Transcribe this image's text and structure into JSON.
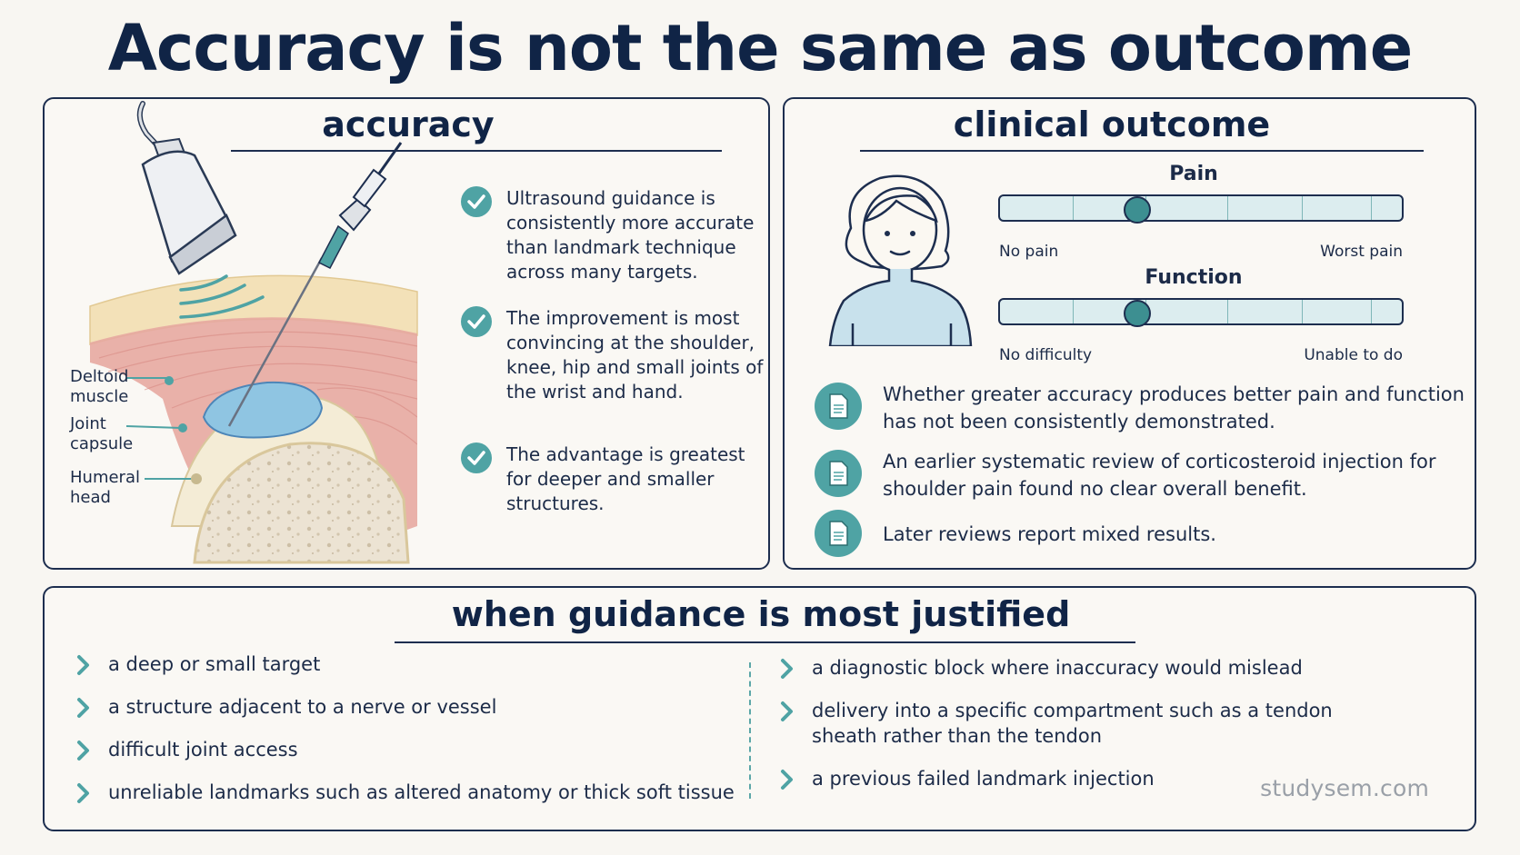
{
  "title": "Accuracy is not the same as outcome",
  "accuracy": {
    "heading": "accuracy",
    "points": [
      "Ultrasound guidance is consistently more accurate than landmark technique across many targets.",
      "The improvement is most convincing at the shoulder, knee, hip and small joints of the wrist and hand.",
      "The advantage is greatest for deeper and smaller structures."
    ],
    "anatomy_labels": {
      "deltoid": "Deltoid muscle",
      "capsule": "Joint capsule",
      "humeral": "Humeral head"
    }
  },
  "outcome": {
    "heading": "clinical outcome",
    "pain": {
      "title": "Pain",
      "low": "No pain",
      "high": "Worst pain",
      "level": 0.34
    },
    "function": {
      "title": "Function",
      "low": "No difficulty",
      "high": "Unable to do",
      "level": 0.34
    },
    "points": [
      "Whether greater accuracy produces better pain and function has not been consistently demonstrated.",
      "An earlier systematic review of corticosteroid injection for shoulder pain found no clear overall benefit.",
      "Later reviews report mixed results."
    ]
  },
  "guidance": {
    "heading": "when guidance is most justified",
    "left": [
      "a deep or small target",
      "a structure adjacent to a nerve or vessel",
      "difficult joint access",
      "unreliable landmarks such as altered anatomy or thick soft tissue"
    ],
    "right": [
      "a diagnostic block where inaccuracy would mislead",
      "delivery into a specific compartment such as a tendon sheath rather than the tendon",
      "a previous failed landmark injection"
    ],
    "watermark": "studysem.com"
  },
  "colors": {
    "navy": "#102446",
    "teal": "#4fa3a4",
    "background": "#f8f6f2"
  },
  "icons": [
    "ultrasound-probe-icon",
    "needle-icon",
    "check-icon",
    "document-icon",
    "chevron-right-icon",
    "person-icon"
  ]
}
